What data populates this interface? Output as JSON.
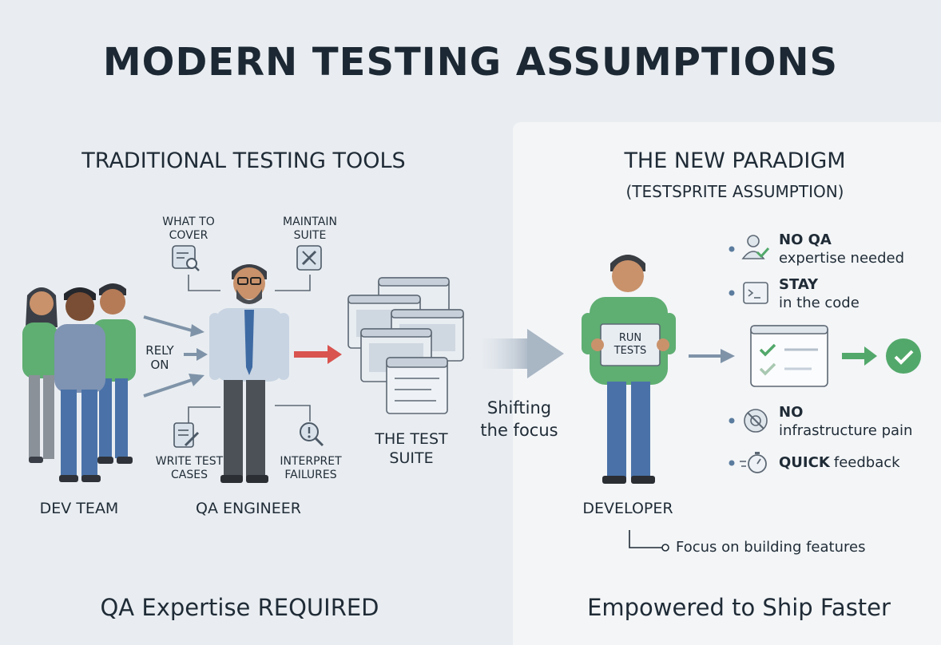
{
  "title": "MODERN TESTING ASSUMPTIONS",
  "left": {
    "heading": "TRADITIONAL TESTING TOOLS",
    "dev_team_label": "DEV TEAM",
    "rely_on_label": "RELY\nON",
    "qa_engineer_label": "QA ENGINEER",
    "tasks": [
      {
        "label": "WHAT TO\nCOVER",
        "icon": "checklist-magnifier-icon"
      },
      {
        "label": "MAINTAIN\nSUITE",
        "icon": "wrench-screwdriver-icon"
      },
      {
        "label": "WRITE TEST\nCASES",
        "icon": "document-pencil-icon"
      },
      {
        "label": "INTERPRET\nFAILURES",
        "icon": "alert-magnifier-icon"
      }
    ],
    "test_suite_label": "THE TEST\nSUITE",
    "bottom": "QA Expertise REQUIRED"
  },
  "middle": {
    "shift_label": "Shifting\nthe focus"
  },
  "right": {
    "heading": "THE NEW PARADIGM",
    "subheading": "(TESTSPRITE ASSUMPTION)",
    "sign_label": "RUN\nTESTS",
    "developer_label": "DEVELOPER",
    "focus_note": "Focus on building features",
    "features": [
      {
        "title": "NO QA",
        "subtitle": "expertise needed",
        "icon": "user-check-icon"
      },
      {
        "title": "STAY",
        "subtitle": "in the code",
        "icon": "terminal-icon"
      },
      {
        "title": "NO",
        "subtitle": "infrastructure pain",
        "icon": "no-infrastructure-icon"
      },
      {
        "title": "QUICK",
        "subtitle": "feedback",
        "icon": "stopwatch-icon"
      }
    ],
    "bottom": "Empowered to Ship Faster"
  },
  "colors": {
    "background": "#e9edf1",
    "panel": "#f3f5f7",
    "green": "#52a86a",
    "red_arrow": "#d9534f",
    "blue_jeans": "#4a72a8",
    "text": "#1f2b36"
  }
}
